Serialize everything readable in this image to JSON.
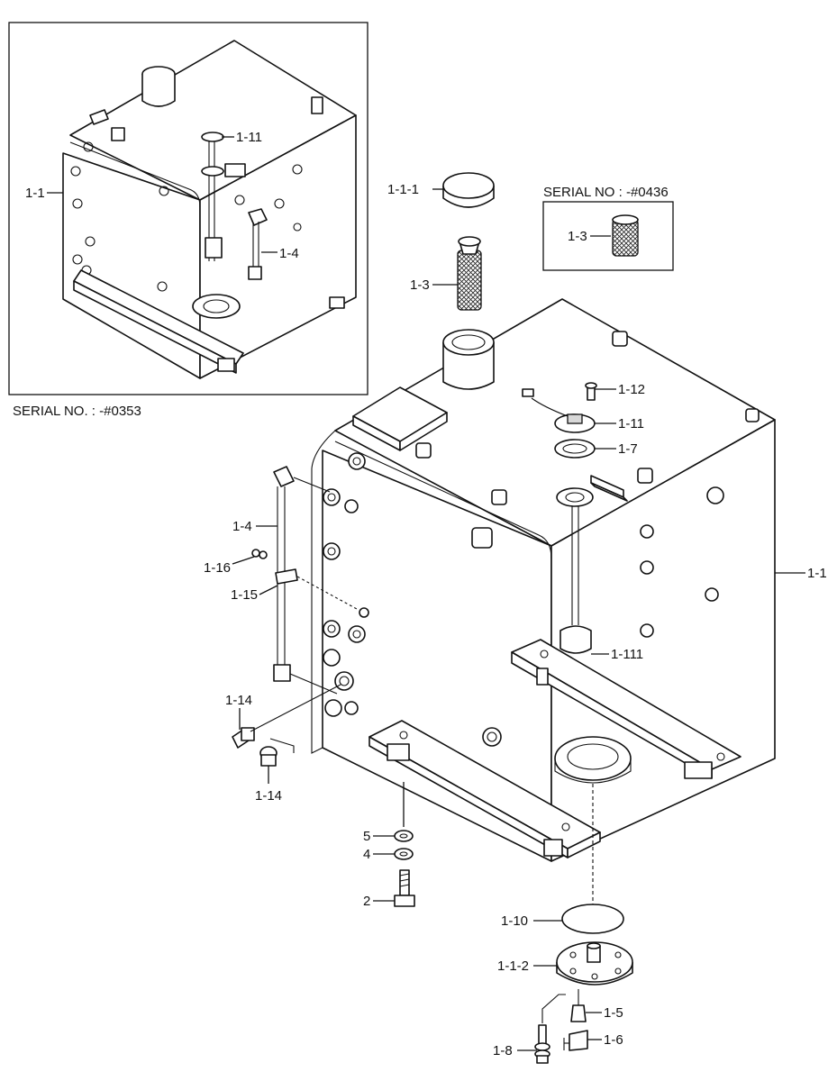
{
  "serial_notes": {
    "inset": "SERIAL NO. : -#0353",
    "box": "SERIAL NO : -#0436"
  },
  "callouts": {
    "inset_1_1": "1-1",
    "inset_1_11": "1-11",
    "inset_1_4": "1-4",
    "c_1_1_1": "1-1-1",
    "c_1_3_main": "1-3",
    "c_1_3_box": "1-3",
    "c_1_12": "1-12",
    "c_1_11": "1-11",
    "c_1_7": "1-7",
    "c_1_1": "1-1",
    "c_1_4": "1-4",
    "c_1_16": "1-16",
    "c_1_15": "1-15",
    "c_1_111": "1-111",
    "c_1_14_a": "1-14",
    "c_1_14_b": "1-14",
    "c_5": "5",
    "c_4": "4",
    "c_2": "2",
    "c_1_10": "1-10",
    "c_1_1_2": "1-1-2",
    "c_1_5": "1-5",
    "c_1_6": "1-6",
    "c_1_8": "1-8"
  },
  "colors": {
    "line": "#111111",
    "background": "#ffffff",
    "shade": "#d8d8d8"
  }
}
